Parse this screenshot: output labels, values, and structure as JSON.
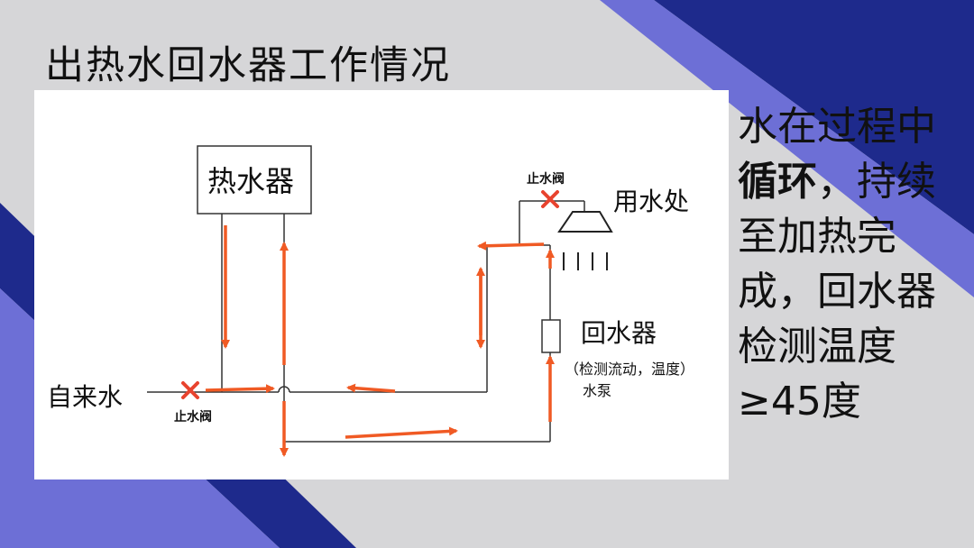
{
  "slide": {
    "title": "出热水回水器工作情况",
    "colors": {
      "background": "#d6d6d8",
      "band_dark": "#1e2a8c",
      "band_light": "#6d6fd6",
      "arrow": "#f05a24",
      "valve_x": "#e8432e"
    }
  },
  "diagram": {
    "heater_label": "热水器",
    "tap_water_label": "自来水",
    "water_outlet_label": "用水处",
    "return_device_label": "回水器",
    "return_device_note": "（检测流动，温度）",
    "pump_label": "水泵",
    "valve_label_top": "止水阀",
    "valve_label_bottom": "止水阀"
  },
  "side_text": {
    "part1": "水在过程中",
    "part2_bold": "循环",
    "part3": "，持续至加热完成，回水器检测温度≥45度"
  }
}
